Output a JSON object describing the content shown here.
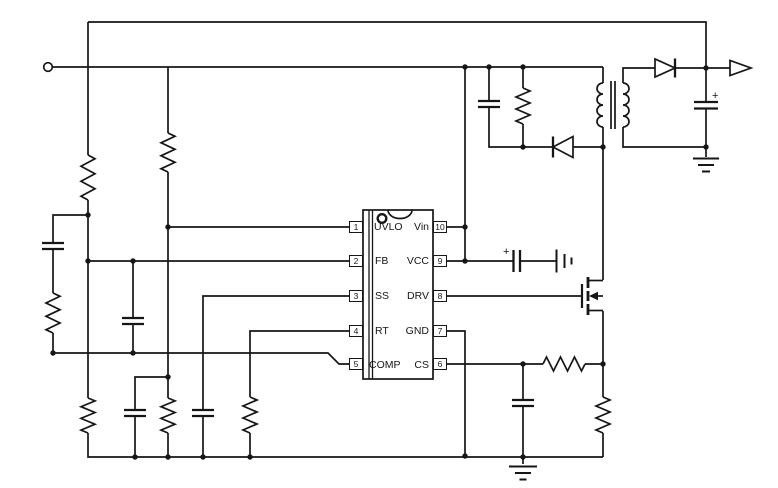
{
  "ic": {
    "left_pins": [
      {
        "num": "1",
        "label": "UVLO"
      },
      {
        "num": "2",
        "label": "FB"
      },
      {
        "num": "3",
        "label": "SS"
      },
      {
        "num": "4",
        "label": "RT"
      },
      {
        "num": "5",
        "label": "COMP"
      }
    ],
    "right_pins": [
      {
        "num": "10",
        "label": "Vin"
      },
      {
        "num": "9",
        "label": "VCC"
      },
      {
        "num": "8",
        "label": "DRV"
      },
      {
        "num": "7",
        "label": "GND"
      },
      {
        "num": "6",
        "label": "CS"
      }
    ]
  },
  "annotations": {
    "vcc_cap_polarity": "+",
    "output_cap_polarity": "+"
  },
  "colors": {
    "line": "#161616",
    "background": "#ffffff"
  },
  "icons": [
    "input-terminal-circle",
    "output-terminal-arrow",
    "resistor",
    "capacitor",
    "polarized-capacitor",
    "diode",
    "transformer",
    "n-mosfet",
    "ground-symbol",
    "ic-outline",
    "pin1-marker",
    "junction-dot"
  ]
}
